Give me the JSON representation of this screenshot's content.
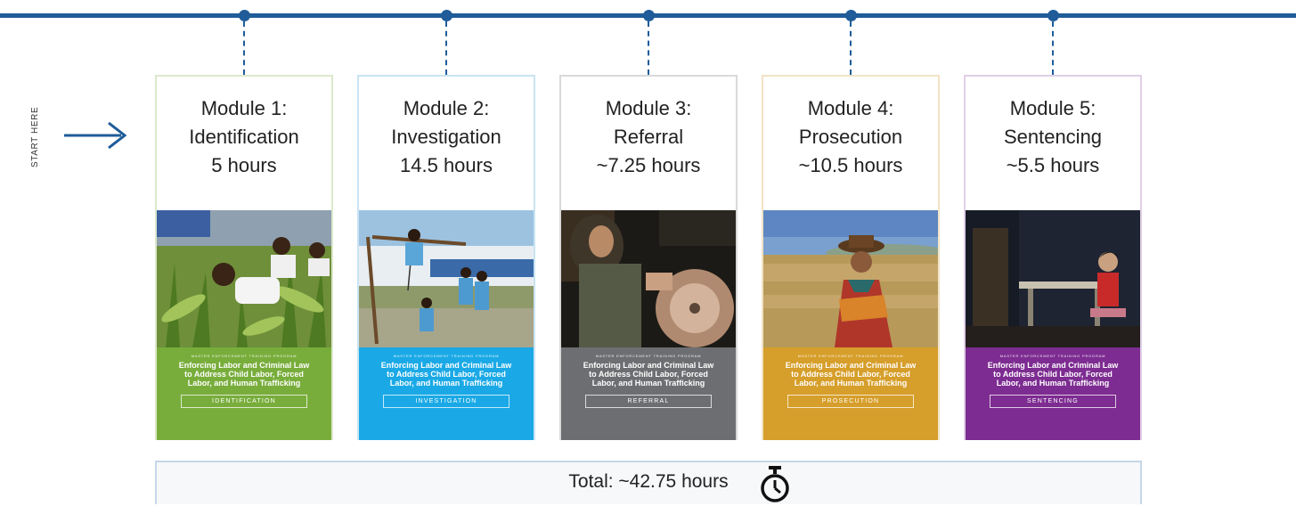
{
  "start_label": "START HERE",
  "modules": [
    {
      "line1": "Module 1:",
      "line2": "Identification",
      "line3": "5 hours",
      "kicker": "MASTER ENFORCEMENT TRAINING PROGRAM",
      "cover_title": "Enforcing Labor and Criminal Law to Address Child Labor, Forced Labor, and Human Trafficking",
      "tag": "IDENTIFICATION",
      "color": "#78ad3b",
      "border": "#dce8cc"
    },
    {
      "line1": "Module 2:",
      "line2": "Investigation",
      "line3": "14.5 hours",
      "kicker": "MASTER ENFORCEMENT TRAINING PROGRAM",
      "cover_title": "Enforcing Labor and Criminal Law to Address Child Labor, Forced Labor, and Human Trafficking",
      "tag": "INVESTIGATION",
      "color": "#1aa9e6",
      "border": "#c8e4f3"
    },
    {
      "line1": "Module 3:",
      "line2": "Referral",
      "line3": "~7.25 hours",
      "kicker": "MASTER ENFORCEMENT TRAINING PROGRAM",
      "cover_title": "Enforcing Labor and Criminal Law to Address Child Labor, Forced Labor, and Human Trafficking",
      "tag": "REFERRAL",
      "color": "#6d6e71",
      "border": "#d9d9d9"
    },
    {
      "line1": "Module 4:",
      "line2": "Prosecution",
      "line3": "~10.5 hours",
      "kicker": "MASTER ENFORCEMENT TRAINING PROGRAM",
      "cover_title": "Enforcing Labor and Criminal Law to Address Child Labor, Forced Labor, and Human Trafficking",
      "tag": "PROSECUTION",
      "color": "#d69e2a",
      "border": "#f1e3c6"
    },
    {
      "line1": "Module 5:",
      "line2": "Sentencing",
      "line3": "~5.5 hours",
      "kicker": "MASTER ENFORCEMENT TRAINING PROGRAM",
      "cover_title": "Enforcing Labor and Criminal Law to Address Child Labor, Forced Labor, and Human Trafficking",
      "tag": "SENTENCING",
      "color": "#7d2c91",
      "border": "#e0cfe6"
    }
  ],
  "total": "Total: ~42.75 hours",
  "accent": "#1f5c99"
}
